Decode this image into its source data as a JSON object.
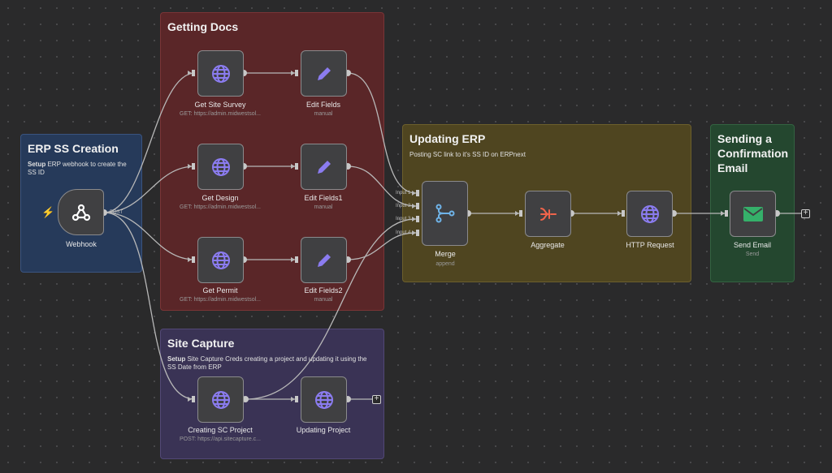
{
  "stickies": {
    "erp": {
      "title": "ERP SS Creation",
      "desc_bold": "Setup",
      "desc": " ERP webhook to create the SS ID"
    },
    "docs": {
      "title": "Getting Docs"
    },
    "updating": {
      "title": "Updating ERP",
      "desc": "Posting SC link to it's SS ID on ERPnext"
    },
    "sending": {
      "title": "Sending a Confirmation Email"
    },
    "site": {
      "title": "Site Capture",
      "desc_bold": "Setup",
      "desc": " Site Capture Creds creating a project and updating it using the SS Date from ERP"
    }
  },
  "nodes": {
    "webhook": {
      "label": "Webhook",
      "port": "POST",
      "icon": "webhook-icon"
    },
    "get_site_survey": {
      "label": "Get Site Survey",
      "sub": "GET: https://admin.midwestsol...",
      "icon": "globe-icon"
    },
    "get_design": {
      "label": "Get Design",
      "sub": "GET: https://admin.midwestsol...",
      "icon": "globe-icon"
    },
    "get_permit": {
      "label": "Get Permit",
      "sub": "GET: https://admin.midwestsol...",
      "icon": "globe-icon"
    },
    "edit_fields": {
      "label": "Edit Fields",
      "sub": "manual",
      "icon": "pencil-icon"
    },
    "edit_fields1": {
      "label": "Edit Fields1",
      "sub": "manual",
      "icon": "pencil-icon"
    },
    "edit_fields2": {
      "label": "Edit Fields2",
      "sub": "manual",
      "icon": "pencil-icon"
    },
    "merge": {
      "label": "Merge",
      "sub": "append",
      "inputs": [
        "Input 1",
        "Input 2",
        "Input 3",
        "Input 4"
      ],
      "icon": "merge-icon"
    },
    "aggregate": {
      "label": "Aggregate",
      "icon": "aggregate-icon"
    },
    "http_request": {
      "label": "HTTP Request",
      "icon": "globe-icon"
    },
    "send_email": {
      "label": "Send Email",
      "sub": "Send",
      "icon": "email-icon"
    },
    "creating_sc_project": {
      "label": "Creating SC Project",
      "sub": "POST: https://api.sitecapture.c...",
      "icon": "globe-icon"
    },
    "updating_project": {
      "label": "Updating Project",
      "icon": "globe-icon"
    }
  },
  "colors": {
    "canvas": "#2a2a2b",
    "node_bg": "#404042",
    "globe": "#8b7cf0",
    "pencil": "#8b7cf0",
    "merge": "#6fb3e8",
    "aggregate": "#f0644b",
    "email": "#35b06a",
    "trigger": "#f0644b"
  },
  "add_button_glyph": "+"
}
